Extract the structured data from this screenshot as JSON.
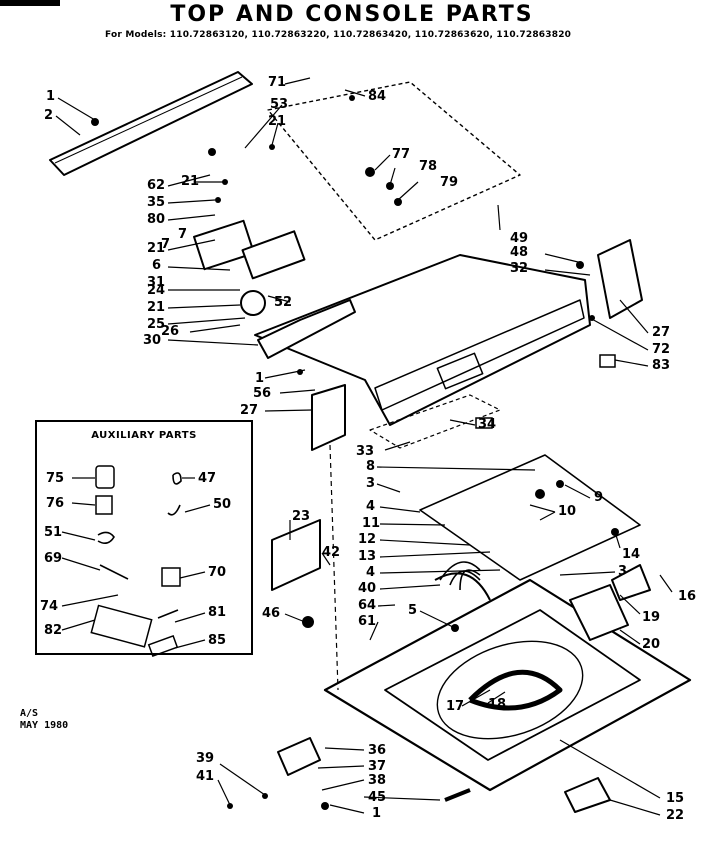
{
  "title": "TOP AND CONSOLE PARTS",
  "models_line": "For Models: 110.72863120, 110.72863220, 110.72863420, 110.72863620, 110.72863820",
  "aux_title": "AUXILIARY PARTS",
  "footer": {
    "code": "A/S",
    "date": "MAY 1980"
  },
  "callouts": {
    "c1a": "1",
    "c2": "2",
    "c71": "71",
    "c84": "84",
    "c53": "53",
    "c21a": "21",
    "c62": "62",
    "c21b": "21",
    "c35": "35",
    "c80": "80",
    "c7a": "7",
    "c21c": "21",
    "c7b": "7",
    "c6": "6",
    "c31": "31",
    "c24": "24",
    "c21d": "21",
    "c52": "52",
    "c25": "25",
    "c26": "26",
    "c30": "30",
    "c77": "77",
    "c78": "78",
    "c79": "79",
    "c49": "49",
    "c48": "48",
    "c32": "32",
    "c27a": "27",
    "c72": "72",
    "c83": "83",
    "c1b": "1",
    "c56": "56",
    "c27b": "27",
    "c34": "34",
    "c33": "33",
    "c8": "8",
    "c3a": "3",
    "c9": "9",
    "c10": "10",
    "c4a": "4",
    "c11": "11",
    "c12": "12",
    "c13": "13",
    "c4b": "4",
    "c40": "40",
    "c14": "14",
    "c3b": "3",
    "c16": "16",
    "c19": "19",
    "c23": "23",
    "c42": "42",
    "c46": "46",
    "c64": "64",
    "c61": "61",
    "c5": "5",
    "c20": "20",
    "c17": "17",
    "c18": "18",
    "c36": "36",
    "c37": "37",
    "c38": "38",
    "c39": "39",
    "c41": "41",
    "c45": "45",
    "c1c": "1",
    "c15": "15",
    "c22": "22",
    "c75": "75",
    "c47": "47",
    "c76": "76",
    "c50": "50",
    "c51": "51",
    "c69": "69",
    "c70": "70",
    "c74": "74",
    "c81": "81",
    "c82": "82",
    "c85": "85"
  }
}
